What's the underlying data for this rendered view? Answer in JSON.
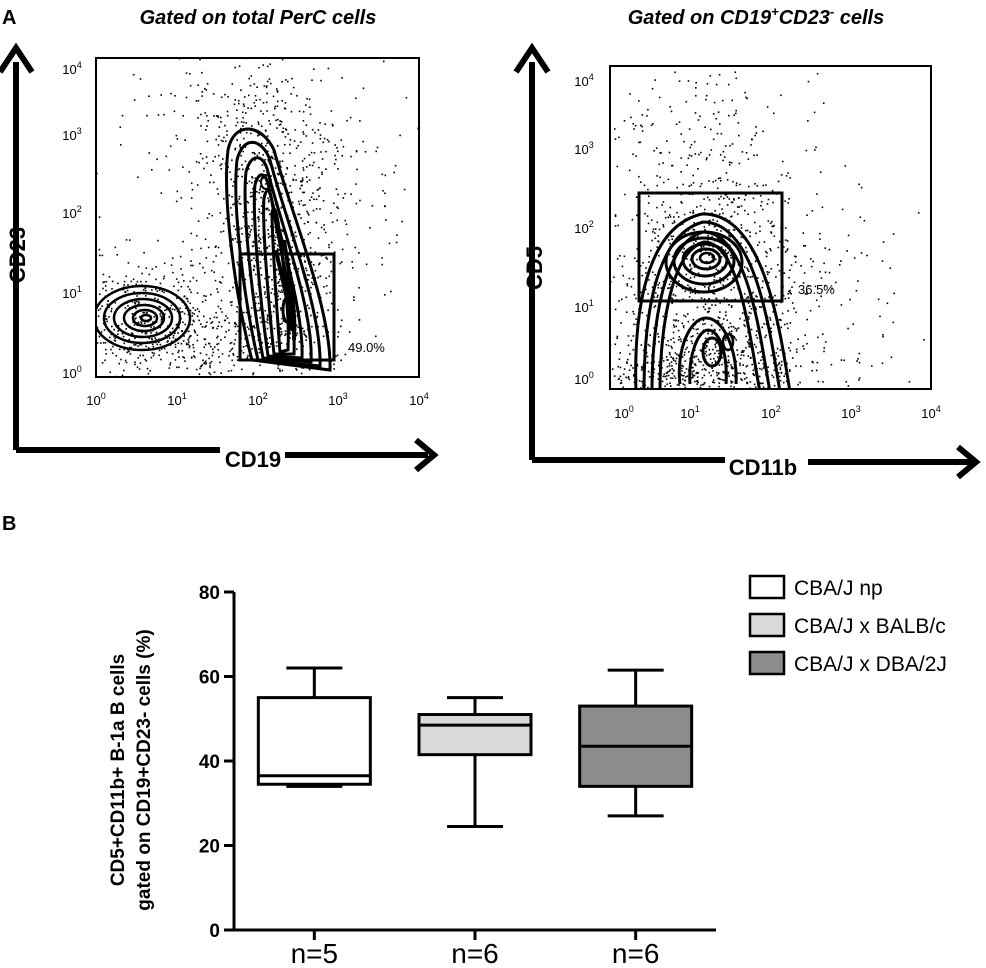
{
  "panel_a": {
    "label": "A",
    "left_plot": {
      "title": "Gated on total PerC cells",
      "x_axis_label": "CD19",
      "y_axis_label": "CD23",
      "gate_percent": "49.0%",
      "x_ticks": [
        {
          "base": "10",
          "exp": "0"
        },
        {
          "base": "10",
          "exp": "1"
        },
        {
          "base": "10",
          "exp": "2"
        },
        {
          "base": "10",
          "exp": "3"
        },
        {
          "base": "10",
          "exp": "4"
        }
      ],
      "y_ticks": [
        {
          "base": "10",
          "exp": "0"
        },
        {
          "base": "10",
          "exp": "1"
        },
        {
          "base": "10",
          "exp": "2"
        },
        {
          "base": "10",
          "exp": "3"
        },
        {
          "base": "10",
          "exp": "4"
        }
      ]
    },
    "right_plot": {
      "title_prefix": "Gated on CD19",
      "title_sup1": "+",
      "title_mid": "CD23",
      "title_sup2": "-",
      "title_suffix": " cells",
      "x_axis_label": "CD11b",
      "y_axis_label": "CD5",
      "gate_percent": "36.5%",
      "x_ticks": [
        {
          "base": "10",
          "exp": "0"
        },
        {
          "base": "10",
          "exp": "1"
        },
        {
          "base": "10",
          "exp": "2"
        },
        {
          "base": "10",
          "exp": "3"
        },
        {
          "base": "10",
          "exp": "4"
        }
      ],
      "y_ticks": [
        {
          "base": "10",
          "exp": "0"
        },
        {
          "base": "10",
          "exp": "1"
        },
        {
          "base": "10",
          "exp": "2"
        },
        {
          "base": "10",
          "exp": "3"
        },
        {
          "base": "10",
          "exp": "4"
        }
      ]
    }
  },
  "panel_b": {
    "label": "B"
  },
  "chart_data": {
    "type": "box",
    "ylabel_line1": "CD5+CD11b+ B-1a B cells",
    "ylabel_line2": "gated on CD19+CD23- cells (%)",
    "ylim": [
      0,
      80
    ],
    "yticks": [
      0,
      20,
      40,
      60,
      80
    ],
    "categories": [
      "n=5",
      "n=6",
      "n=6"
    ],
    "legend_position": "top-right",
    "series": [
      {
        "name": "CBA/J np",
        "color": "#ffffff",
        "min": 34,
        "q1": 34.5,
        "median": 36.5,
        "q3": 55,
        "max": 62
      },
      {
        "name": "CBA/J x BALB/c",
        "color": "#d9d9d9",
        "min": 24.5,
        "q1": 41.5,
        "median": 48.5,
        "q3": 51,
        "max": 55
      },
      {
        "name": "CBA/J x DBA/2J",
        "color": "#8c8c8c",
        "min": 27,
        "q1": 34,
        "median": 43.5,
        "q3": 53,
        "max": 61.5
      }
    ]
  }
}
